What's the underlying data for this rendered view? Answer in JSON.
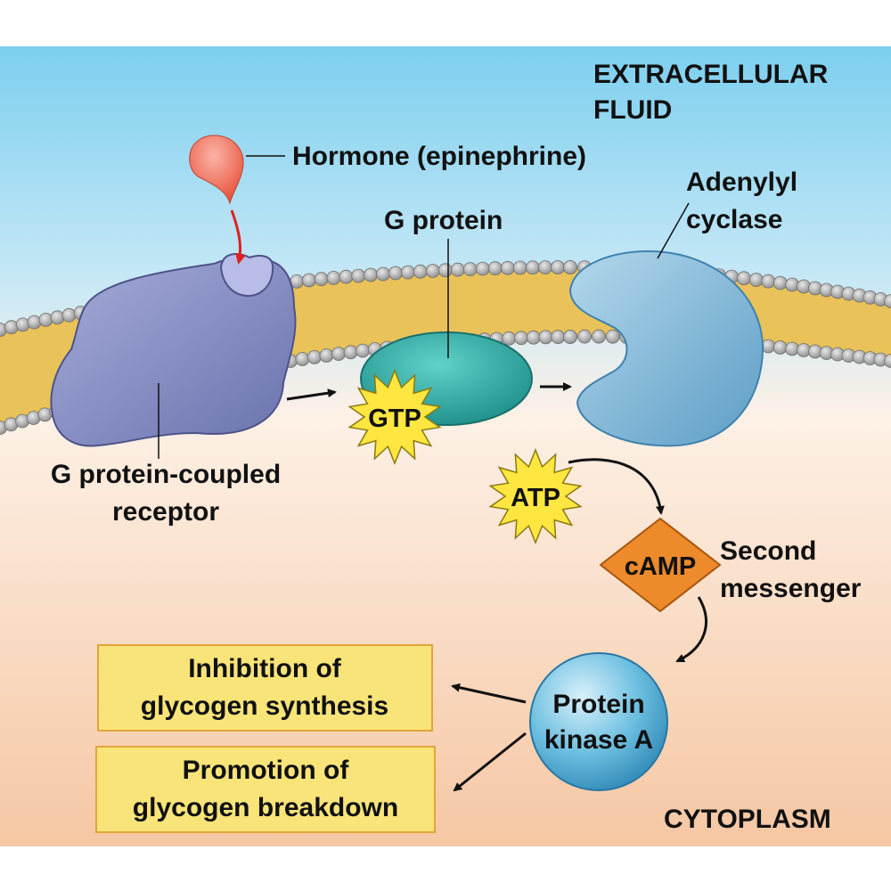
{
  "regions": {
    "extracellular": [
      "EXTRACELLULAR",
      "FLUID"
    ],
    "cytoplasm": "CYTOPLASM"
  },
  "molecules": {
    "hormone": "Hormone (epinephrine)",
    "g_protein": "G protein",
    "adenylyl_cyclase": [
      "Adenylyl",
      "cyclase"
    ],
    "receptor": [
      "G protein-coupled",
      "receptor"
    ],
    "gtp": "GTP",
    "atp": "ATP",
    "camp": "cAMP",
    "second_messenger": [
      "Second",
      "messenger"
    ],
    "protein_kinase_a": [
      "Protein",
      "kinase A"
    ]
  },
  "outcomes": [
    [
      "Inhibition of",
      "glycogen synthesis"
    ],
    [
      "Promotion of",
      "glycogen breakdown"
    ]
  ],
  "colors": {
    "extracellular_top": "#7ccfef",
    "cytoplasm_bottom": "#f6c7a3",
    "receptor": "#7f88bf",
    "g_protein": "#2fa5a0",
    "adenylyl_cyclase": "#7fb6d7",
    "badge": "#ffe640",
    "camp": "#ec8a2c",
    "kinase": "#4aa9d3",
    "outcome_box": "#f8e479",
    "membrane_tail": "#e9c25a",
    "membrane_head": "#a8a8a8",
    "hormone": "#ef6e58",
    "arrow_red": "#e02020"
  }
}
